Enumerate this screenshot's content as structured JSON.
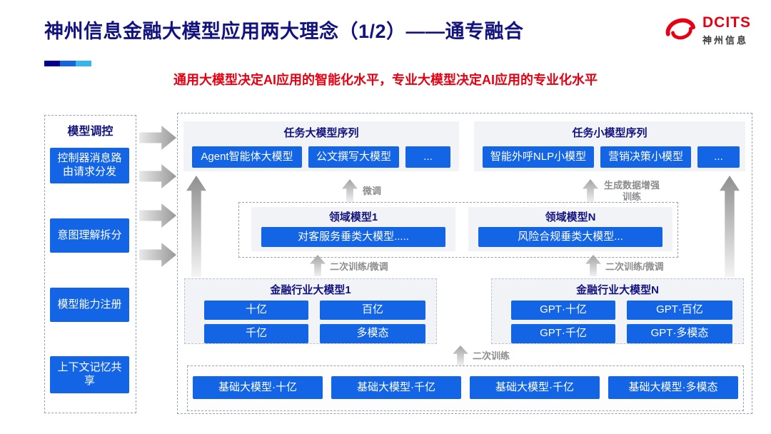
{
  "header": {
    "title": "神州信息金融大模型应用两大理念（1/2）——通专融合",
    "subtitle": "通用大模型决定AI应用的智能化水平，专业大模型决定AI应用的专业化水平",
    "logo": {
      "brand": "DCITS",
      "brand_cn": "神州信息"
    }
  },
  "colors": {
    "accent_blue": "#1465E6",
    "navy": "#13137F",
    "red": "#E60012",
    "panel_gray": "#F2F3F6",
    "arrow_gray": "#989898"
  },
  "sidebar": {
    "header": "模型调控",
    "items": [
      {
        "label": "控制器消息路由请求分发"
      },
      {
        "label": "意图理解拆分"
      },
      {
        "label": "模型能力注册"
      },
      {
        "label": "上下文记忆共享"
      }
    ]
  },
  "diagram": {
    "task_large": {
      "header": "任务大模型序列",
      "buttons": [
        "Agent智能体大模型",
        "公文撰写大模型",
        "..."
      ]
    },
    "task_small": {
      "header": "任务小模型序列",
      "buttons": [
        "智能外呼NLP小模型",
        "营销决策小模型",
        "..."
      ]
    },
    "domain_model_1": {
      "header": "领域模型1",
      "button": "对客服务垂类大模型....."
    },
    "domain_model_n": {
      "header": "领域模型N",
      "button": "风险合规垂类大模型..."
    },
    "industry_model_1": {
      "header": "金融行业大模型1",
      "buttons": [
        "十亿",
        "百亿",
        "千亿",
        "多模态"
      ]
    },
    "industry_model_n": {
      "header": "金融行业大模型N",
      "buttons": [
        "GPT·十亿",
        "GPT·百亿",
        "GPT·千亿",
        "GPT·多模态"
      ]
    },
    "base_models": {
      "buttons": [
        "基础大模型·十亿",
        "基础大模型·千亿",
        "基础大模型·千亿",
        "基础大模型·多模态"
      ]
    },
    "arrow_labels": {
      "finetune": "微调",
      "gen_data_training": "生成数据增强训练",
      "secondary_left": "二次训练/微调",
      "secondary_right": "二次训练/微调",
      "secondary_training": "二次训练"
    }
  }
}
